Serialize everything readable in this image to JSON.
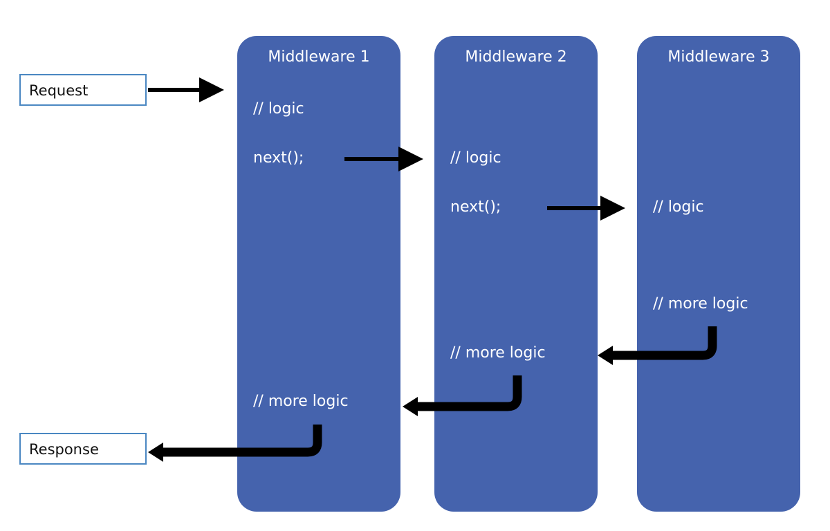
{
  "request_label": "Request",
  "response_label": "Response",
  "middlewares": [
    {
      "title": "Middleware 1",
      "logic": "// logic",
      "next": "next();",
      "more_logic": "// more logic"
    },
    {
      "title": "Middleware 2",
      "logic": "// logic",
      "next": "next();",
      "more_logic": "// more logic"
    },
    {
      "title": "Middleware 3",
      "logic": "// logic",
      "more_logic": "// more logic"
    }
  ],
  "colors": {
    "block": "#4563ad",
    "io_border": "#4a87c2",
    "arrow": "#000000",
    "text_light": "#ffffff"
  }
}
